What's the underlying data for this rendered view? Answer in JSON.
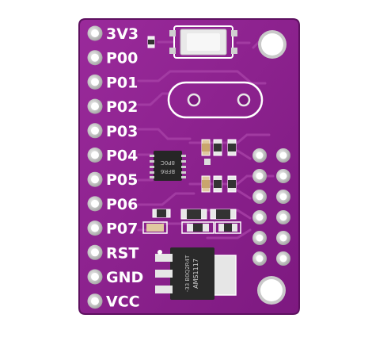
{
  "board": {
    "colors": {
      "pcb": "#8e1f8f",
      "pcb_dark": "#6f1572",
      "trace": "#a83aa8",
      "silk": "#ffffff",
      "pad": "#d9d9d9",
      "hole": "#ffffff",
      "chip": "#222222"
    },
    "pins": [
      {
        "label": "3V3"
      },
      {
        "label": "P00"
      },
      {
        "label": "P01"
      },
      {
        "label": "P02"
      },
      {
        "label": "P03"
      },
      {
        "label": "P04"
      },
      {
        "label": "P05"
      },
      {
        "label": "P06"
      },
      {
        "label": "P07"
      },
      {
        "label": "RST"
      },
      {
        "label": "GND"
      },
      {
        "label": "VCC"
      }
    ],
    "mcu_marking_1": "8P0C",
    "mcu_marking_2": "BFR6",
    "regulator_marking_1": "AMS1117",
    "regulator_marking_2": "-33 B0Q2R4T"
  }
}
